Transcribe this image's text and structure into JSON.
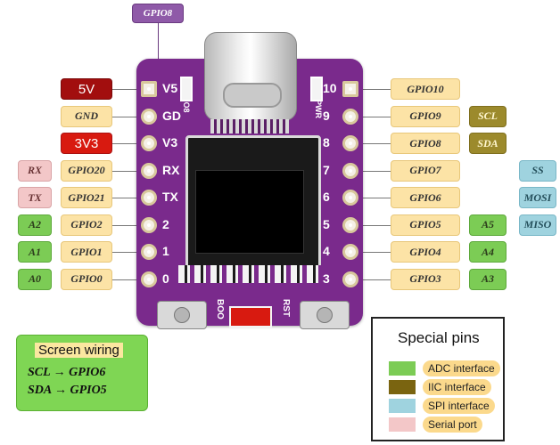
{
  "top_label": "GPIO8",
  "left_pins": [
    {
      "func": "5V",
      "style": "pwr-dark"
    },
    {
      "func": "GND",
      "style": "gpio"
    },
    {
      "func": "3V3",
      "style": "pwr-red"
    },
    {
      "func": "GPIO20",
      "style": "gpio",
      "extra": "RX",
      "extra_style": "uart"
    },
    {
      "func": "GPIO21",
      "style": "gpio",
      "extra": "TX",
      "extra_style": "uart"
    },
    {
      "func": "GPIO2",
      "style": "gpio",
      "extra": "A2",
      "extra_style": "adc"
    },
    {
      "func": "GPIO1",
      "style": "gpio",
      "extra": "A1",
      "extra_style": "adc"
    },
    {
      "func": "GPIO0",
      "style": "gpio",
      "extra": "A0",
      "extra_style": "adc"
    }
  ],
  "right_pins": [
    {
      "func": "GPIO10"
    },
    {
      "func": "GPIO9",
      "extra": "SCL",
      "extra_style": "iic"
    },
    {
      "func": "GPIO8",
      "extra": "SDA",
      "extra_style": "iic"
    },
    {
      "func": "GPIO7",
      "extra": "SS",
      "extra_style": "spi"
    },
    {
      "func": "GPIO6",
      "extra": "MOSI",
      "extra_style": "spi"
    },
    {
      "func": "GPIO5",
      "extra": "A5",
      "extra_style": "adc",
      "extra2": "MISO",
      "extra2_style": "spi"
    },
    {
      "func": "GPIO4",
      "extra": "A4",
      "extra_style": "adc"
    },
    {
      "func": "GPIO3",
      "extra": "A3",
      "extra_style": "adc"
    }
  ],
  "board": {
    "left_silk": [
      "V5",
      "GD",
      "V3",
      "RX",
      "TX",
      "2",
      "1",
      "0"
    ],
    "right_silk": [
      "10",
      "9",
      "8",
      "7",
      "6",
      "5",
      "4",
      "3"
    ],
    "io8": "IO8",
    "pwr": "PWR",
    "boo": "BOO",
    "rst": "RST"
  },
  "screen_wiring": {
    "title": "Screen wiring",
    "row1": "SCL → GPIO6",
    "row2": "SDA → GPIO5"
  },
  "legend": {
    "title": "Special pins",
    "items": [
      {
        "label": "ADC interface",
        "color": "#7ccc55"
      },
      {
        "label": "IIC interface",
        "color": "#7a6410"
      },
      {
        "label": "SPI interface",
        "color": "#9fd3df"
      },
      {
        "label": "Serial port",
        "color": "#f3c7c8"
      }
    ]
  },
  "colors": {
    "board": "#7a2a8c",
    "gpio": "#fce3a6",
    "adc": "#7ccc55",
    "iic": "#9c8a2c",
    "spi": "#9fd3df",
    "uart": "#f3c7c8"
  }
}
